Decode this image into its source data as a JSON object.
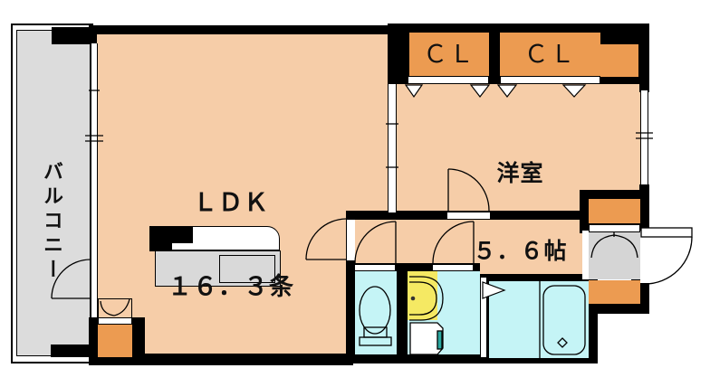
{
  "rooms": {
    "ldk": {
      "label": "ＬＤＫ",
      "size": "１６．３条"
    },
    "western": {
      "label": "洋室",
      "size": "５．６帖"
    },
    "balcony": {
      "label": "バルコニー"
    },
    "closet_left": {
      "label": "ＣＬ"
    },
    "closet_right": {
      "label": "ＣＬ"
    }
  },
  "fixtures": [
    "toilet",
    "vanity-sink",
    "washing-machine-pan",
    "bathtub",
    "kitchen-counter",
    "shoe-cabinet",
    "storage"
  ],
  "colors": {
    "wall": "#000000",
    "room_floor": "#f6cda8",
    "closet": "#ec9b51",
    "wet_area": "#c5f4f6",
    "balcony_floor": "#dcdcdc",
    "entrance_floor": "#d5d5d5",
    "counter": "#d9d9d9",
    "vanity": "#f5e963",
    "washer_accent": "#2aa79f"
  }
}
